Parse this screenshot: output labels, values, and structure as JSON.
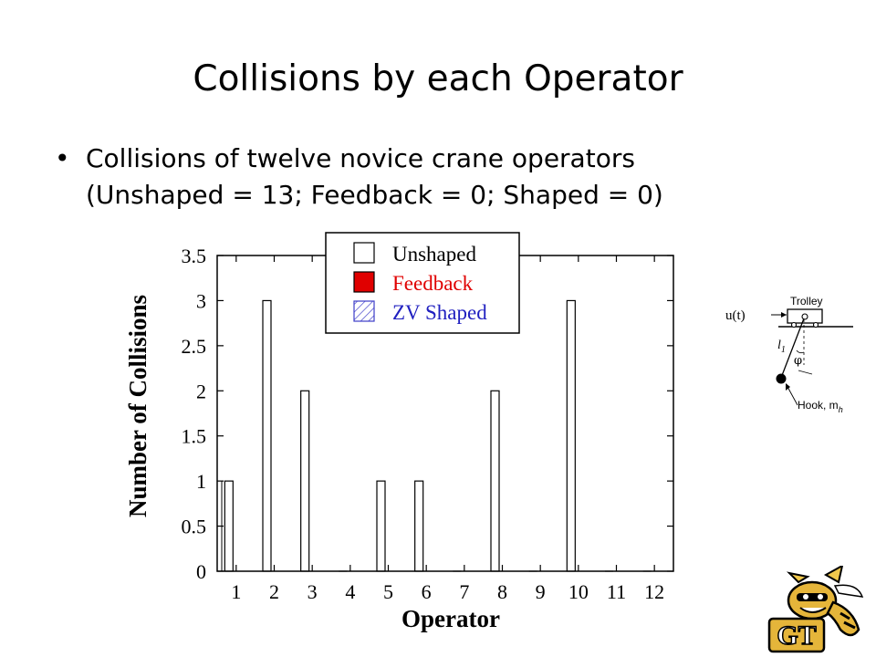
{
  "slide": {
    "title": "Collisions by each Operator",
    "bullet_line1": "Collisions of twelve novice crane operators",
    "bullet_line2": "(Unshaped = 13; Feedback = 0; Shaped = 0)"
  },
  "chart_data": {
    "type": "bar",
    "categories": [
      "1",
      "2",
      "3",
      "4",
      "5",
      "6",
      "7",
      "8",
      "9",
      "10",
      "11",
      "12"
    ],
    "series": [
      {
        "name": "Unshaped",
        "values": [
          1,
          3,
          2,
          0,
          1,
          1,
          0,
          2,
          0,
          3,
          0,
          0
        ]
      },
      {
        "name": "Feedback",
        "values": [
          0,
          0,
          0,
          0,
          0,
          0,
          0,
          0,
          0,
          0,
          0,
          0
        ]
      },
      {
        "name": "ZV Shaped",
        "values": [
          0,
          0,
          0,
          0,
          0,
          0,
          0,
          0,
          0,
          0,
          0,
          0
        ]
      }
    ],
    "xlabel": "Operator",
    "ylabel": "Number of Collisions",
    "ylim": [
      0,
      3.5
    ],
    "yticks": [
      "0",
      "0.5",
      "1",
      "1.5",
      "2",
      "2.5",
      "3",
      "3.5"
    ],
    "legend_placement": "top-right",
    "grid": false,
    "colors": {
      "unshaped": "#ffffff",
      "feedback": "#e00000",
      "zv_shaped": "#3c3cc8"
    }
  },
  "crane_diagram": {
    "input_label": "u(t)",
    "trolley_label": "Trolley",
    "length_label": "l",
    "length_sub": "1",
    "angle_label": "φ",
    "hook_label": "Hook, m",
    "hook_sub": "h"
  },
  "logo": {
    "letters": "GT"
  }
}
